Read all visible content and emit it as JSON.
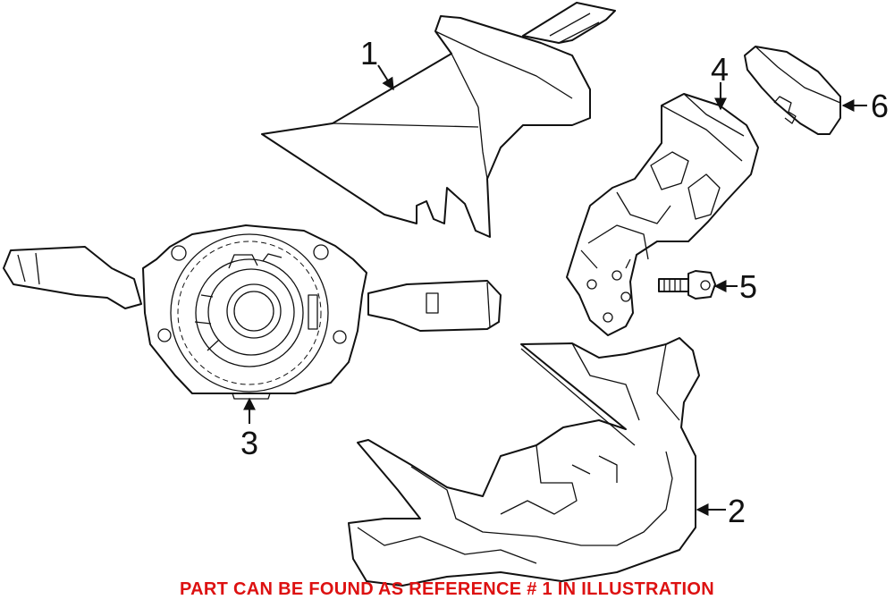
{
  "callouts": {
    "c1": "1",
    "c2": "2",
    "c3": "3",
    "c4": "4",
    "c5": "5",
    "c6": "6"
  },
  "footer": {
    "note": "PART CAN BE FOUND AS REFERENCE # 1 IN ILLUSTRATION",
    "note_color": "#dd1111"
  }
}
